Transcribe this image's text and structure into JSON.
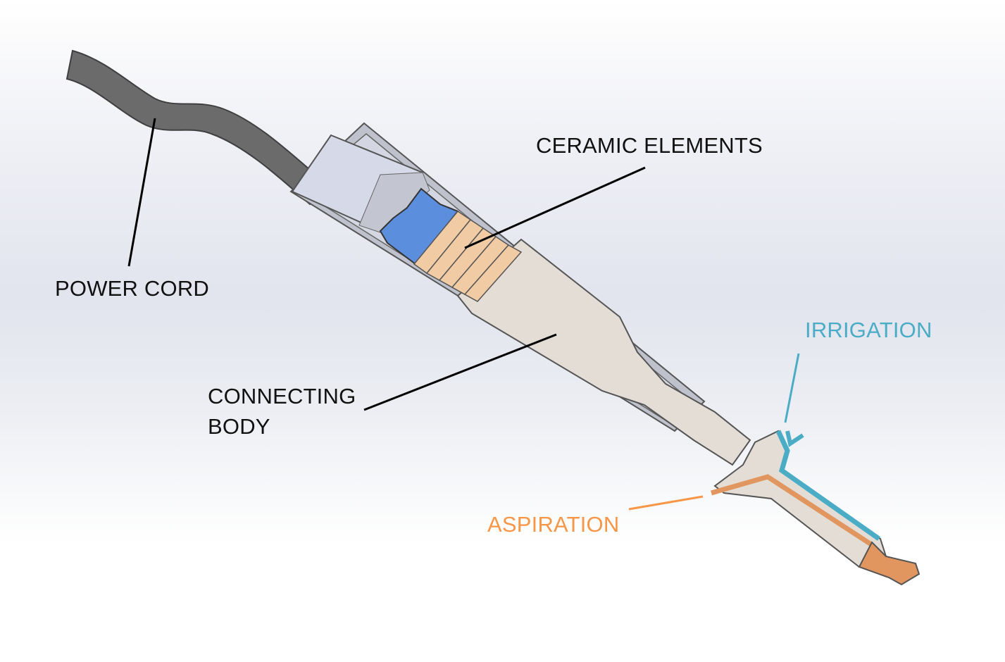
{
  "labels": {
    "power_cord": "POWER CORD",
    "ceramic_elements": "CERAMIC ELEMENTS",
    "connecting_body_line1": "CONNECTING",
    "connecting_body_line2": "BODY",
    "irrigation": "IRRIGATION",
    "aspiration": "ASPIRATION"
  },
  "colors": {
    "leader_dark": "#000000",
    "irrigation": "#4bacc6",
    "aspiration": "#f79646",
    "ceramic_blue": "#5b8fde",
    "ceramic_tan": "#f0cba4",
    "body": "#e3ddd7",
    "housing": "#d5d9e6",
    "cord": "#6a6a6a"
  }
}
